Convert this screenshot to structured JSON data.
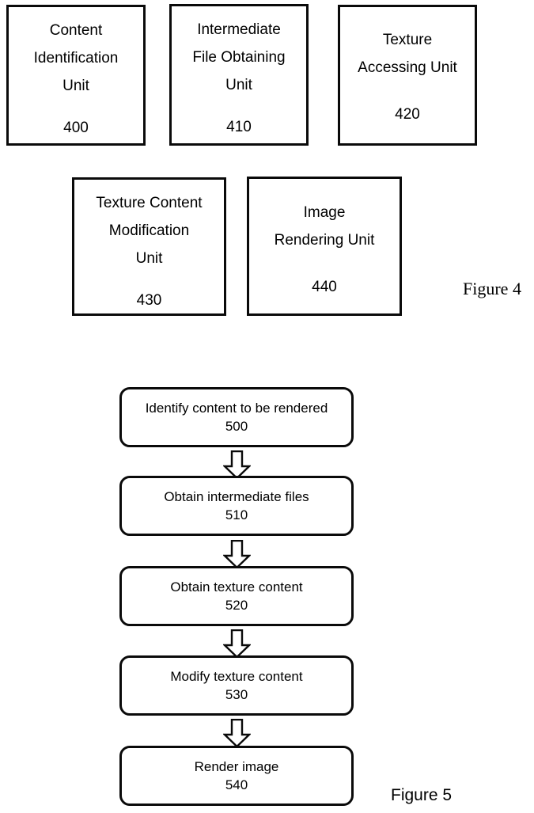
{
  "figure4": {
    "caption": "Figure 4",
    "units": [
      {
        "lines": [
          "Content",
          "Identification",
          "Unit"
        ],
        "number": "400"
      },
      {
        "lines": [
          "Intermediate",
          "File Obtaining",
          "Unit"
        ],
        "number": "410"
      },
      {
        "lines": [
          "Texture",
          "Accessing Unit"
        ],
        "number": "420"
      },
      {
        "lines": [
          "Texture Content",
          "Modification",
          "Unit"
        ],
        "number": "430"
      },
      {
        "lines": [
          "Image",
          "Rendering Unit"
        ],
        "number": "440"
      }
    ]
  },
  "figure5": {
    "caption": "Figure 5",
    "steps": [
      {
        "label": "Identify content to be rendered",
        "number": "500"
      },
      {
        "label": "Obtain intermediate files",
        "number": "510"
      },
      {
        "label": "Obtain texture content",
        "number": "520"
      },
      {
        "label": "Modify texture content",
        "number": "530"
      },
      {
        "label": "Render image",
        "number": "540"
      }
    ],
    "arrow_icon": "arrow-down-block-icon"
  },
  "style": {
    "stroke": "#0a0a0a",
    "fill": "#ffffff"
  }
}
